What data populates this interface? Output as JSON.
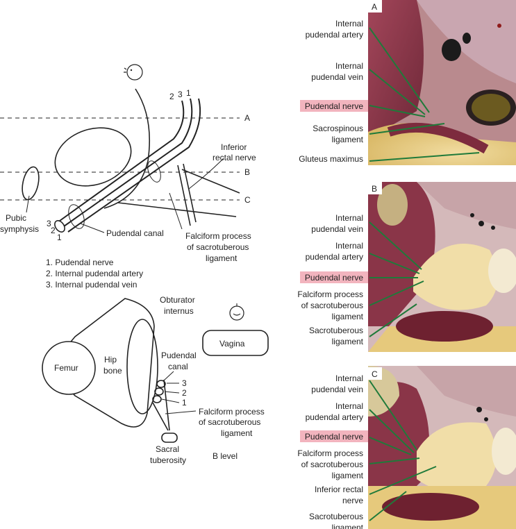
{
  "schematic": {
    "level_lines": [
      "A",
      "B",
      "C"
    ],
    "nerve_numbers": [
      "1",
      "2",
      "3"
    ],
    "labels": {
      "inferior_rectal_nerve": [
        "Inferior",
        "rectal nerve"
      ],
      "pubic_symphysis": [
        "Pubic",
        "symphysis"
      ],
      "pudendal_canal": "Pudendal canal",
      "falciform": [
        "Falciform process",
        "of sacrotuberous",
        "ligament"
      ]
    },
    "legend": [
      "1. Pudendal nerve",
      "2. Internal pudendal artery",
      "3. Internal pudendal vein"
    ]
  },
  "cross_section": {
    "labels": {
      "obturator_internus": [
        "Obturator",
        "internus"
      ],
      "vagina": "Vagina",
      "femur": "Femur",
      "hip_bone": [
        "Hip",
        "bone"
      ],
      "pudendal_canal": [
        "Pudendal",
        "canal"
      ],
      "numbers": [
        "3",
        "2",
        "1"
      ],
      "falciform": [
        "Falciform process",
        "of sacrotuberous",
        "ligament"
      ],
      "sacral_tuberosity": [
        "Sacral",
        "tuberosity"
      ],
      "level": "B level"
    }
  },
  "panels": {
    "A": {
      "letter": "A",
      "labels": [
        [
          "Internal",
          "pudendal artery"
        ],
        [
          "Internal",
          "pudendal vein"
        ],
        [
          "Pudendal nerve"
        ],
        [
          "Sacrospinous",
          "ligament"
        ],
        [
          "Gluteus maximus"
        ]
      ]
    },
    "B": {
      "letter": "B",
      "labels": [
        [
          "Internal",
          "pudendal vein"
        ],
        [
          "Internal",
          "pudendal artery"
        ],
        [
          "Pudendal nerve"
        ],
        [
          "Falciform process",
          "of sacrotuberous",
          "ligament"
        ],
        [
          "Sacrotuberous",
          "ligament"
        ]
      ]
    },
    "C": {
      "letter": "C",
      "labels": [
        [
          "Internal",
          "pudendal vein"
        ],
        [
          "Internal",
          "pudendal artery"
        ],
        [
          "Pudendal nerve"
        ],
        [
          "Falciform process",
          "of sacrotuberous",
          "ligament"
        ],
        [
          "Inferior rectal",
          "nerve"
        ],
        [
          "Sacrotuberous",
          "ligament"
        ]
      ]
    }
  },
  "colors": {
    "highlight": "#f2b4be",
    "pointer_line": "#1f7a3a",
    "photo_fat": "#e6c97c",
    "photo_muscle": "#8a3a4a"
  }
}
